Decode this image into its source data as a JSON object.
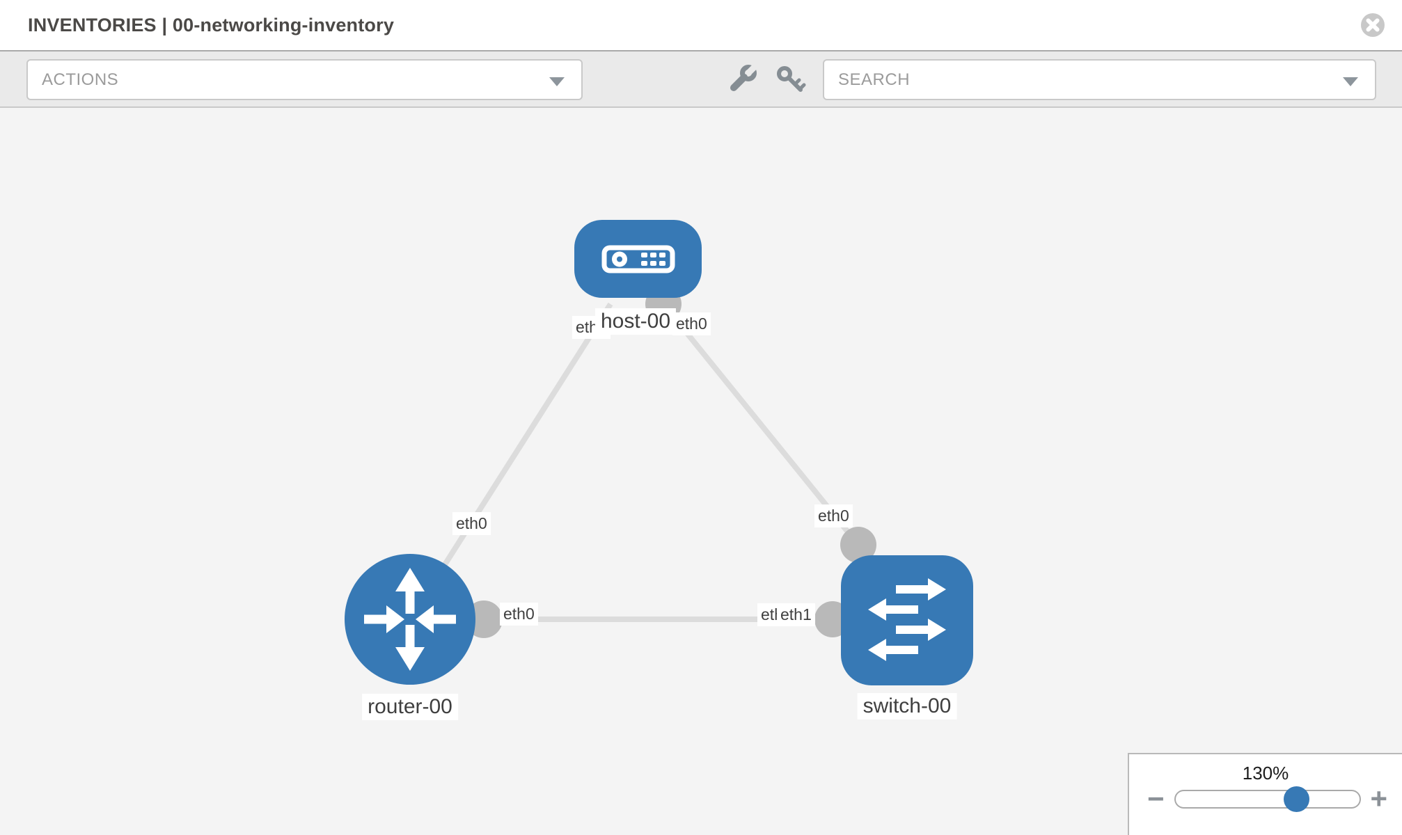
{
  "window": {
    "title": "INVENTORIES | 00-networking-inventory"
  },
  "toolbar": {
    "actions_label": "ACTIONS",
    "search_placeholder": "SEARCH",
    "icons": [
      "wrench-icon",
      "key-icon"
    ]
  },
  "topology": {
    "nodes": [
      {
        "name": "host-00",
        "type": "host"
      },
      {
        "name": "router-00",
        "type": "router"
      },
      {
        "name": "switch-00",
        "type": "switch"
      }
    ],
    "links": [
      {
        "source": "host-00",
        "source_interface": "eth0",
        "target": "router-00",
        "target_interface": "eth0"
      },
      {
        "source": "host-00",
        "source_interface": "eth0",
        "target": "switch-00",
        "target_interface": "eth0"
      },
      {
        "source": "router-00",
        "source_interface": "eth0",
        "target": "switch-00",
        "target_interface": "eth1"
      }
    ],
    "labels": {
      "host": "host-00",
      "router": "router-00",
      "switch": "switch-00",
      "host_if_left": "eth0",
      "host_if_right": "eth0",
      "link_host_router_mid": "eth0",
      "link_router_switch_left": "eth0",
      "link_host_switch_mid": "eth0",
      "link_router_switch_right_back": "eth0",
      "link_router_switch_right_front": "eth1"
    }
  },
  "zoom_control": {
    "level": "130%",
    "minus_label": "−",
    "plus_label": "+"
  },
  "colors": {
    "node_blue": "#3779b5",
    "link_gray": "#dcdcdc",
    "connector_gray": "#b9b9b9",
    "toolbar_bg": "#eaeaea",
    "canvas_bg": "#f4f4f4",
    "label_text": "#3f3f3f"
  }
}
